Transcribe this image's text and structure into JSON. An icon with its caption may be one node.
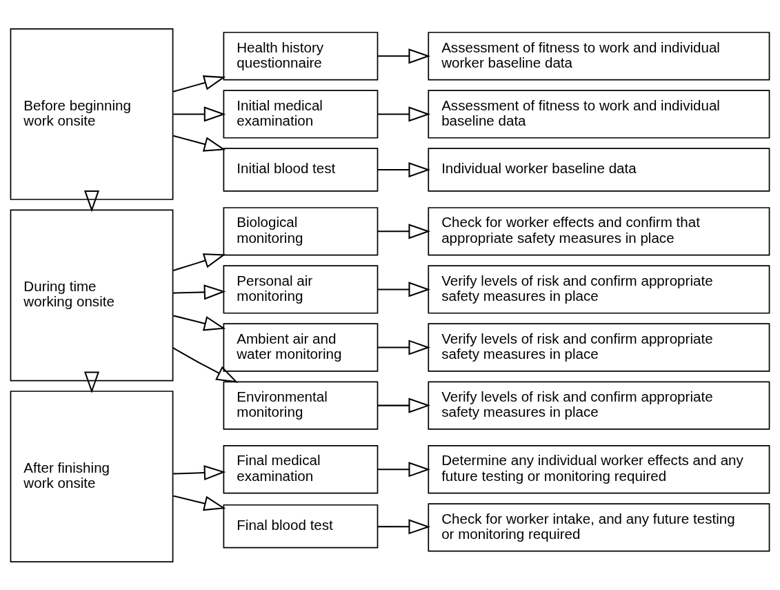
{
  "diagram": {
    "nodes": [
      {
        "text": [
          "Before beginning work onsite"
        ]
      },
      {
        "text": [
          "Health history questionnaire"
        ]
      },
      {
        "text": [
          "Assessment of fitness to work and individual worker baseline data"
        ]
      },
      {
        "text": [
          "Initial medical examination"
        ]
      },
      {
        "text": [
          "Assessment of fitness to work and individual baseline data"
        ]
      },
      {
        "text": [
          "Initial blood test"
        ]
      },
      {
        "text": [
          "Individual worker baseline data"
        ]
      },
      {
        "text": [
          "During time working onsite"
        ]
      },
      {
        "text": [
          "Biological monitoring"
        ]
      },
      {
        "text": [
          "Check for worker effects and confirm that appropriate safety measures in place"
        ]
      },
      {
        "text": [
          "Personal air monitoring"
        ]
      },
      {
        "text": [
          "Verify levels of risk and confirm appropriate safety measures in place"
        ]
      },
      {
        "text": [
          "Ambient air and water monitoring"
        ]
      },
      {
        "text": [
          "Verify levels of risk and confirm appropriate safety measures in place"
        ]
      },
      {
        "text": [
          "Environmental monitoring"
        ]
      },
      {
        "text": [
          "Verify levels of risk and confirm appropriate safety measures in place"
        ]
      },
      {
        "text": [
          "After finishing work onsite"
        ]
      },
      {
        "text": [
          "Final medical examination"
        ]
      },
      {
        "text": [
          "Determine any individual worker effects and any future testing or monitoring required"
        ]
      },
      {
        "text": [
          "Final blood test"
        ]
      },
      {
        "text": [
          "Check for worker intake, and any future testing or monitoring required"
        ]
      }
    ],
    "edges": [
      {
        "from": 0,
        "to": 7,
        "arrow": "to"
      },
      {
        "from": 7,
        "to": 16,
        "arrow": "to"
      },
      {
        "from": 0,
        "to": 1,
        "arrow": "to"
      },
      {
        "from": 0,
        "to": 3,
        "arrow": "to"
      },
      {
        "from": 0,
        "to": 5,
        "arrow": "to"
      },
      {
        "from": 1,
        "to": 2,
        "arrow": "to"
      },
      {
        "from": 3,
        "to": 4,
        "arrow": "to"
      },
      {
        "from": 5,
        "to": 6,
        "arrow": "to"
      },
      {
        "from": 7,
        "to": 8,
        "arrow": "to"
      },
      {
        "from": 7,
        "to": 10,
        "arrow": "to"
      },
      {
        "from": 7,
        "to": 12,
        "arrow": "to"
      },
      {
        "from": 7,
        "to": 14,
        "arrow": "to"
      },
      {
        "from": 8,
        "to": 9,
        "arrow": "to"
      },
      {
        "from": 10,
        "to": 11,
        "arrow": "to"
      },
      {
        "from": 12,
        "to": 13,
        "arrow": "to"
      },
      {
        "from": 14,
        "to": 15,
        "arrow": "to"
      },
      {
        "from": 16,
        "to": 17,
        "arrow": "to"
      },
      {
        "from": 16,
        "to": 19,
        "arrow": "to"
      },
      {
        "from": 17,
        "to": 18,
        "arrow": "to"
      },
      {
        "from": 19,
        "to": 20,
        "arrow": "to"
      }
    ]
  }
}
